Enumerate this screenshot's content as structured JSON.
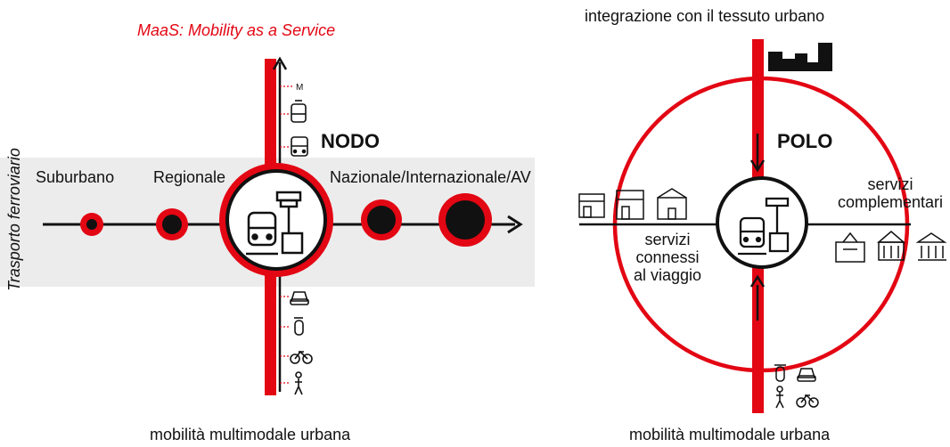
{
  "left_diagram": {
    "header": "MaaS: Mobility as a Service",
    "vertical_axis_label": "Trasporto ferroviario",
    "node_label": "NODO",
    "categories": [
      "Suburbano",
      "Regionale",
      "Nazionale/Internazionale/AV"
    ],
    "metro_label": "M",
    "footer": "mobilità multimodale urbana",
    "icons": [
      "metro-icon",
      "tram-icon",
      "bus-icon",
      "car-icon",
      "scooter-icon",
      "bicycle-icon",
      "pedestrian-icon",
      "train-icon"
    ]
  },
  "right_diagram": {
    "header": "integrazione con il tessuto urbano",
    "pole_label": "POLO",
    "services_travel": [
      "servizi",
      "connessi",
      "al viaggio"
    ],
    "services_complementary": [
      "servizi",
      "complementari"
    ],
    "footer": "mobilità multimodale urbana",
    "icons": [
      "buildings-icon",
      "shop-icon",
      "store-icon",
      "post-office-icon",
      "school-icon",
      "museum-icon",
      "bank-icon",
      "scooter-icon",
      "car-icon",
      "pedestrian-icon",
      "bicycle-icon",
      "train-icon"
    ]
  },
  "colors": {
    "accent_red": "#e30613",
    "band_grey": "#ececec",
    "black": "#111111"
  }
}
